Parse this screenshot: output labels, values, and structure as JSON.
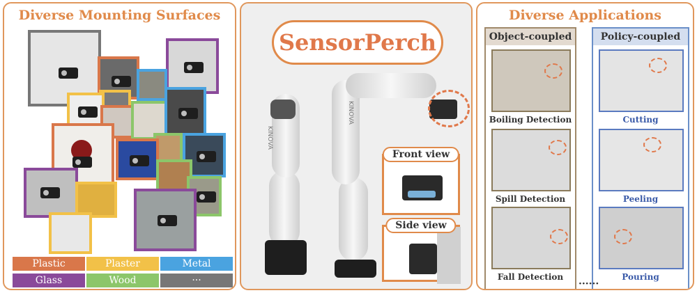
{
  "left": {
    "title": "Diverse Mounting Surfaces",
    "legend": [
      {
        "label": "Plastic",
        "color": "#d9774a"
      },
      {
        "label": "Plaster",
        "color": "#f2c148"
      },
      {
        "label": "Metal",
        "color": "#4aa3e0"
      },
      {
        "label": "Glass",
        "color": "#8a4a9a"
      },
      {
        "label": "Wood",
        "color": "#8cc66a"
      },
      {
        "label": "···",
        "color": "#777777"
      }
    ]
  },
  "center": {
    "brand": "SensorPerch",
    "robot_text_1": "KINOVA",
    "robot_text_2": "KINOVA",
    "front_view_label": "Front view",
    "side_view_label": "Side view"
  },
  "right": {
    "title": "Diverse Applications",
    "object_coupled": {
      "header": "Object-coupled",
      "items": [
        "Boiling Detection",
        "Spill Detection",
        "Fall Detection"
      ]
    },
    "policy_coupled": {
      "header": "Policy-coupled",
      "items": [
        "Cutting",
        "Peeling",
        "Pouring"
      ]
    },
    "more": "······"
  }
}
